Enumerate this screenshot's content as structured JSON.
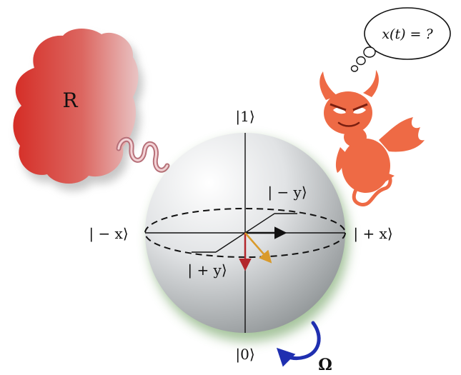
{
  "reservoir": {
    "label": "R"
  },
  "states": {
    "north": "|1⟩",
    "south": "|0⟩",
    "left": "| − x⟩",
    "right": "| + x⟩",
    "back": "| − y⟩",
    "front": "| + y⟩"
  },
  "thought": {
    "text": "x(t) = ?"
  },
  "rotation": {
    "label": "Ω"
  },
  "colors": {
    "reservoir": "#d9322b",
    "devil": "#ee6a45",
    "wave": "#d48a92",
    "rotation_arrow": "#1f2fb0",
    "vector_x": "#111111",
    "vector_down": "#b3262c",
    "vector_diag": "#d99a2b"
  },
  "icons": {
    "reservoir": "reservoir-blob",
    "observer": "devil-icon",
    "coupling": "wavy-coupling",
    "sphere": "bloch-sphere"
  }
}
